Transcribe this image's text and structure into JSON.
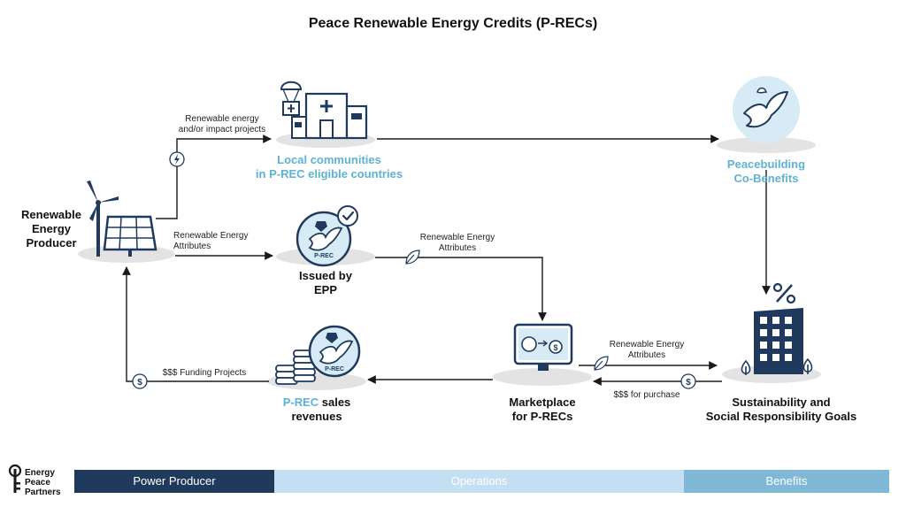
{
  "title": "Peace Renewable Energy Credits (P-RECs)",
  "nodes": {
    "producer": "Renewable Energy Producer",
    "communities_line1": "Local communities",
    "communities_line2": "in P-REC eligible countries",
    "peacebuilding_line1": "Peacebuilding",
    "peacebuilding_line2": "Co-Benefits",
    "issued_line1": "Issued by",
    "issued_line2": "EPP",
    "marketplace_line1": "Marketplace",
    "marketplace_line2": "for P-RECs",
    "revenues_prec": "P-REC",
    "revenues_sales": " sales",
    "revenues_line2": "revenues",
    "goals_line1": "Sustainability and",
    "goals_line2": "Social Responsibility Goals"
  },
  "badges": {
    "prec_badge": "P-REC"
  },
  "edges": {
    "impact_line1": "Renewable energy",
    "impact_line2": "and/or impact projects",
    "rea_producer_line1": "Renewable Energy",
    "rea_producer_line2": "Attributes",
    "rea_issued_line1": "Renewable Energy",
    "rea_issued_line2": "Attributes",
    "rea_market_line1": "Renewable Energy",
    "rea_market_line2": "Attributes",
    "purchase": "$$$ for purchase",
    "funding": "$$$ Funding Projects"
  },
  "bars": {
    "producer": "Power Producer",
    "operations": "Operations",
    "benefits": "Benefits"
  },
  "logo": {
    "line1": "Energy",
    "line2": "Peace",
    "line3": "Partners"
  },
  "colors": {
    "navy": "#1f3a5c",
    "light_blue": "#5fb2d1",
    "bar_producer": "#1f3a5c",
    "bar_operations": "#c5dff2",
    "bar_benefits": "#7fb9d6",
    "platform": "#e3e3e3"
  },
  "icons": [
    "wind-turbine-icon",
    "solar-panel-icon",
    "hospital-icon",
    "dove-icon",
    "prec-badge-icon",
    "checkmark-icon",
    "leaf-icon",
    "lightning-icon",
    "dollar-icon",
    "coin-stack-icon",
    "monitor-icon",
    "building-icon",
    "percent-icon",
    "tree-icon"
  ]
}
